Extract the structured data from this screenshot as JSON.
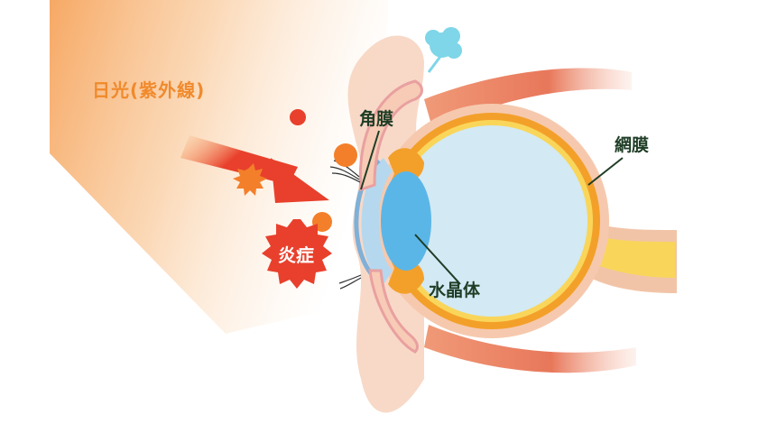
{
  "labels": {
    "sunlight": "日光(紫外線)",
    "inflammation": "炎症",
    "cornea": "角膜",
    "retina": "網膜",
    "lens": "水晶体"
  },
  "colors": {
    "sun_beam": "#f6a45c",
    "arrow": "#e8402c",
    "particle": "#f47f2a",
    "burst": "#e8402c",
    "eye_body": "#d3e9f3",
    "sclera_ring": "#f3a02a",
    "retina_line": "#f9d65a",
    "lens": "#5bb6e8",
    "cornea": "#b5d8ef",
    "skin": "#f6cfb8",
    "muscle": "#ec8a6a",
    "tear_drop": "#7ed6e8",
    "label_dark": "#1f3d26"
  }
}
